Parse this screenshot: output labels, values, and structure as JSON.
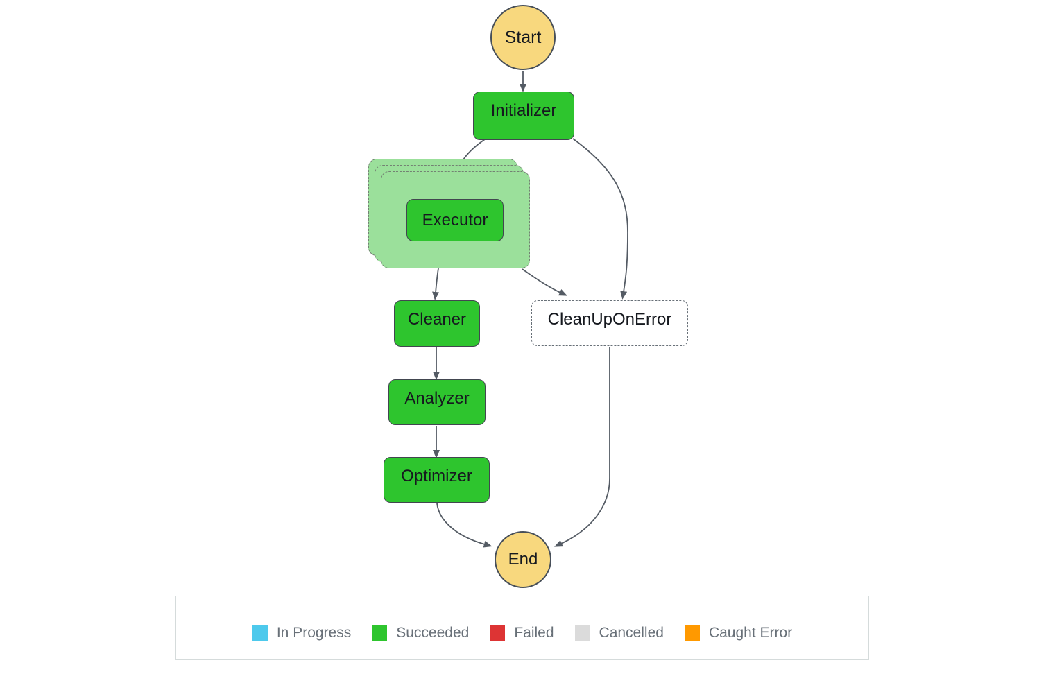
{
  "diagram": {
    "nodes": {
      "start": {
        "label": "Start"
      },
      "initializer": {
        "label": "Initializer"
      },
      "executor": {
        "label": "Executor"
      },
      "cleaner": {
        "label": "Cleaner"
      },
      "analyzer": {
        "label": "Analyzer"
      },
      "optimizer": {
        "label": "Optimizer"
      },
      "cleanup_on_error": {
        "label": "CleanUpOnError"
      },
      "end": {
        "label": "End"
      }
    },
    "edges": [
      {
        "from": "Start",
        "to": "Initializer"
      },
      {
        "from": "Initializer",
        "to": "Executor"
      },
      {
        "from": "Initializer",
        "to": "CleanUpOnError"
      },
      {
        "from": "Executor",
        "to": "Cleaner"
      },
      {
        "from": "Executor",
        "to": "CleanUpOnError"
      },
      {
        "from": "Cleaner",
        "to": "Analyzer"
      },
      {
        "from": "Analyzer",
        "to": "Optimizer"
      },
      {
        "from": "Optimizer",
        "to": "End"
      },
      {
        "from": "CleanUpOnError",
        "to": "End"
      }
    ],
    "colors": {
      "succeeded_fill": "#2ec52e",
      "map_iteration_fill": "#9be09b",
      "terminal_fill": "#f8d87e",
      "edge": "#545b64"
    }
  },
  "legend": {
    "items": [
      {
        "label": "In Progress",
        "color": "#4dc9ec"
      },
      {
        "label": "Succeeded",
        "color": "#2ec52e"
      },
      {
        "label": "Failed",
        "color": "#dd3434"
      },
      {
        "label": "Cancelled",
        "color": "#dbdbdb"
      },
      {
        "label": "Caught Error",
        "color": "#ff9900"
      }
    ]
  }
}
